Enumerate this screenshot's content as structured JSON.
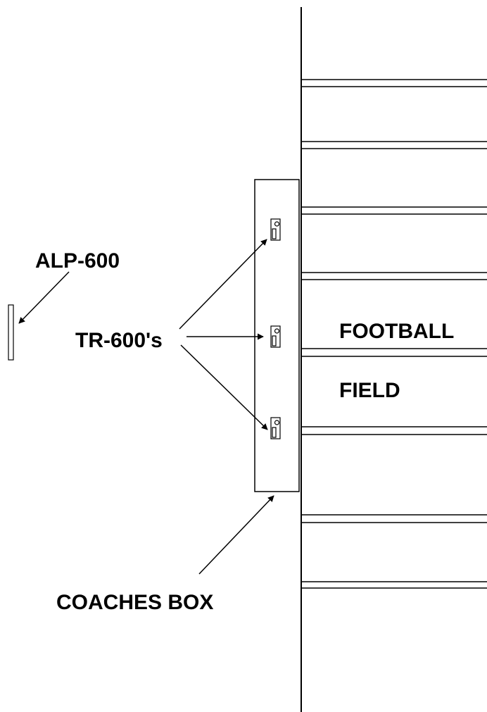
{
  "labels": {
    "alp": "ALP-600",
    "tr": "TR-600's",
    "coaches_box": "COACHES BOX",
    "field_line1": "FOOTBALL",
    "field_line2": "FIELD"
  },
  "devices": {
    "tr600_count": 3
  },
  "field": {
    "yard_line_count": 8
  },
  "colors": {
    "ink": "#000000",
    "background": "#ffffff"
  }
}
